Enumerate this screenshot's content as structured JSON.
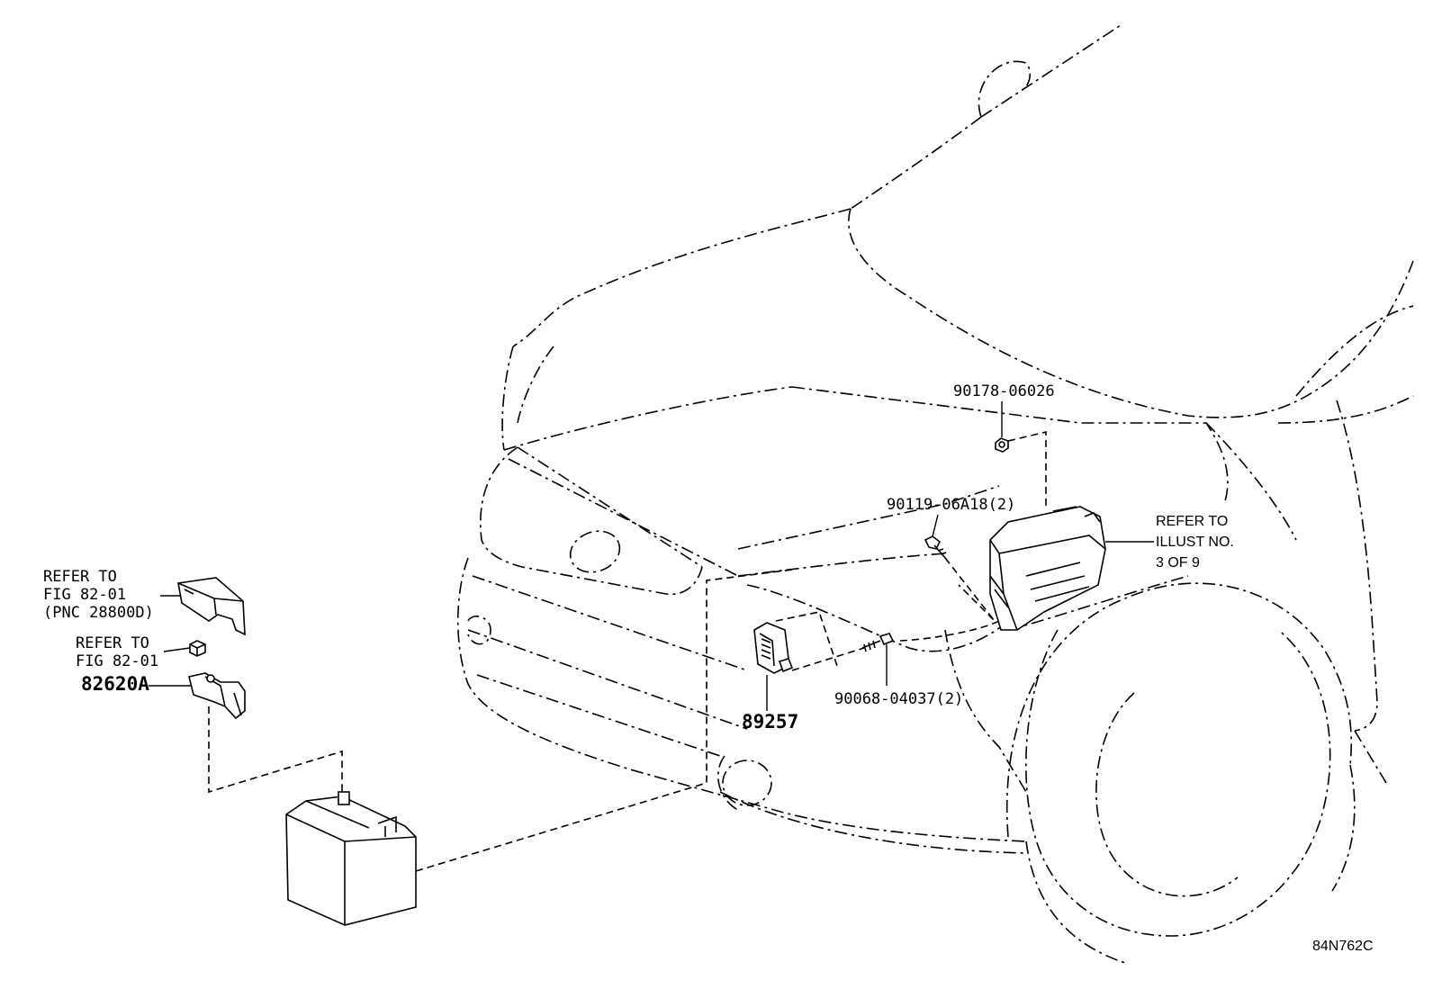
{
  "diagram": {
    "labels": {
      "nut_upper": "90178-06026",
      "bolt_upper": "90119-06A18(2)",
      "refer_illust": "REFER TO\nILLUST NO.\n3 OF 9",
      "bolt_lower": "90068-04037(2)",
      "sensor": "89257",
      "refer_fig_a": "REFER TO\nFIG 82-01\n(PNC 28800D)",
      "refer_fig_b": "REFER TO\nFIG 82-01",
      "bracket": "82620A",
      "figure_code": "84N762C"
    }
  }
}
